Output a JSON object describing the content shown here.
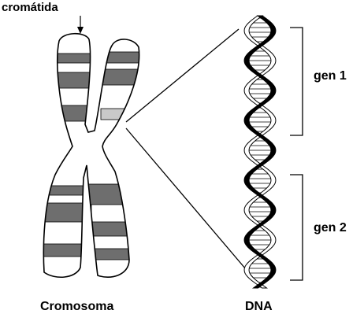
{
  "labels": {
    "chromatid": "cromátida",
    "chromosome": "Cromosoma",
    "dna": "DNA",
    "gene1": "gen 1",
    "gene2": "gen 2"
  },
  "colors": {
    "ink": "#000000",
    "band_dark": "#6e6e6e",
    "band_light": "#c9c9c9",
    "background": "#ffffff"
  }
}
